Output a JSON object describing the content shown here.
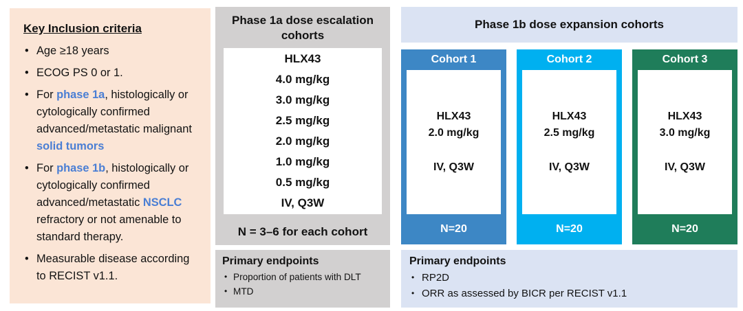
{
  "colors": {
    "left_panel_bg": "#fbe5d6",
    "gray_bg": "#d2d0d0",
    "light_blue_bg": "#dbe3f3",
    "highlight_blue": "#4a7ed4",
    "cohort1": "#3d87c5",
    "cohort2": "#00b0f0",
    "cohort3": "#1f7d5a"
  },
  "inclusion": {
    "title": "Key Inclusion criteria",
    "bullets": [
      [
        {
          "t": "Age ≥18 years"
        }
      ],
      [
        {
          "t": "ECOG PS 0 or 1."
        }
      ],
      [
        {
          "t": "For "
        },
        {
          "t": "phase 1a",
          "hl": true
        },
        {
          "t": ", histologically or cytologically confirmed advanced/metastatic malignant "
        },
        {
          "t": "solid tumors",
          "hl": true
        }
      ],
      [
        {
          "t": "For "
        },
        {
          "t": "phase 1b",
          "hl": true
        },
        {
          "t": ", histologically or cytologically confirmed advanced/metastatic "
        },
        {
          "t": "NSCLC",
          "hl": true
        },
        {
          "t": " refractory or not amenable to standard therapy."
        }
      ],
      [
        {
          "t": "Measurable disease according to RECIST v1.1."
        }
      ]
    ]
  },
  "phase1a": {
    "header": "Phase 1a dose escalation cohorts",
    "drug": "HLX43",
    "doses": [
      "4.0 mg/kg",
      "3.0 mg/kg",
      "2.5 mg/kg",
      "2.0 mg/kg",
      "1.0 mg/kg",
      "0.5 mg/kg"
    ],
    "schedule": "IV, Q3W",
    "cohort_size_note": "N = 3–6 for each cohort",
    "endpoints_title": "Primary endpoints",
    "endpoints": [
      "Proportion of patients with DLT",
      "MTD"
    ]
  },
  "phase1b": {
    "header": "Phase 1b dose expansion cohorts",
    "cohorts": [
      {
        "label": "Cohort 1",
        "drug": "HLX43",
        "dose": "2.0 mg/kg",
        "schedule": "IV, Q3W",
        "n": "N=20",
        "color": "#3d87c5"
      },
      {
        "label": "Cohort 2",
        "drug": "HLX43",
        "dose": "2.5 mg/kg",
        "schedule": "IV, Q3W",
        "n": "N=20",
        "color": "#00b0f0"
      },
      {
        "label": "Cohort 3",
        "drug": "HLX43",
        "dose": "3.0 mg/kg",
        "schedule": "IV, Q3W",
        "n": "N=20",
        "color": "#1f7d5a"
      }
    ],
    "endpoints_title": "Primary endpoints",
    "endpoints": [
      "RP2D",
      "ORR as assessed by BICR per RECIST v1.1"
    ]
  }
}
